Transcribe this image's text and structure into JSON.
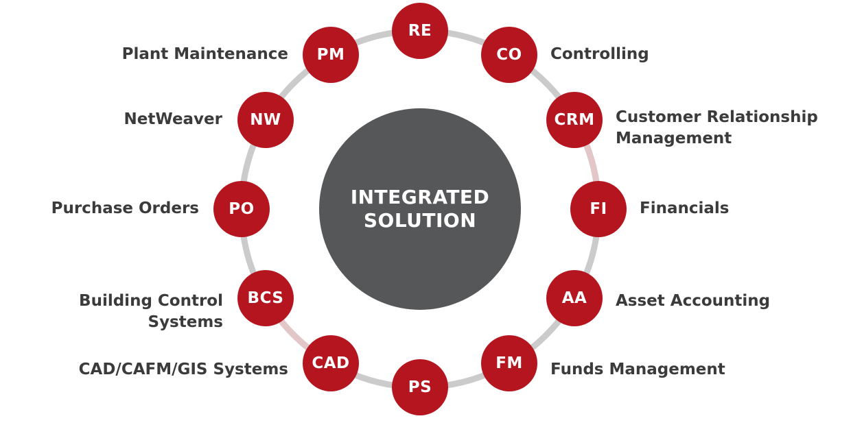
{
  "center": {
    "line1": "INTEGRATED",
    "line2": "SOLUTION"
  },
  "nodes": [
    {
      "abbr": "RE",
      "label": ""
    },
    {
      "abbr": "CO",
      "label": "Controlling"
    },
    {
      "abbr": "CRM",
      "label": "Customer Relationship\nManagement"
    },
    {
      "abbr": "FI",
      "label": "Financials"
    },
    {
      "abbr": "AA",
      "label": "Asset Accounting"
    },
    {
      "abbr": "FM",
      "label": "Funds Management"
    },
    {
      "abbr": "PS",
      "label": ""
    },
    {
      "abbr": "CAD",
      "label": "CAD/CAFM/GIS Systems"
    },
    {
      "abbr": "BCS",
      "label": "Building Control Systems"
    },
    {
      "abbr": "PO",
      "label": "Purchase Orders"
    },
    {
      "abbr": "NW",
      "label": "NetWeaver"
    },
    {
      "abbr": "PM",
      "label": "Plant Maintenance"
    }
  ],
  "colors": {
    "node_red": "#b5151e",
    "center_gray": "#565759",
    "ring_gray": "#cbcbcb",
    "highlight_pink": "#e3c6c8",
    "label_color": "#3b3b3b"
  }
}
